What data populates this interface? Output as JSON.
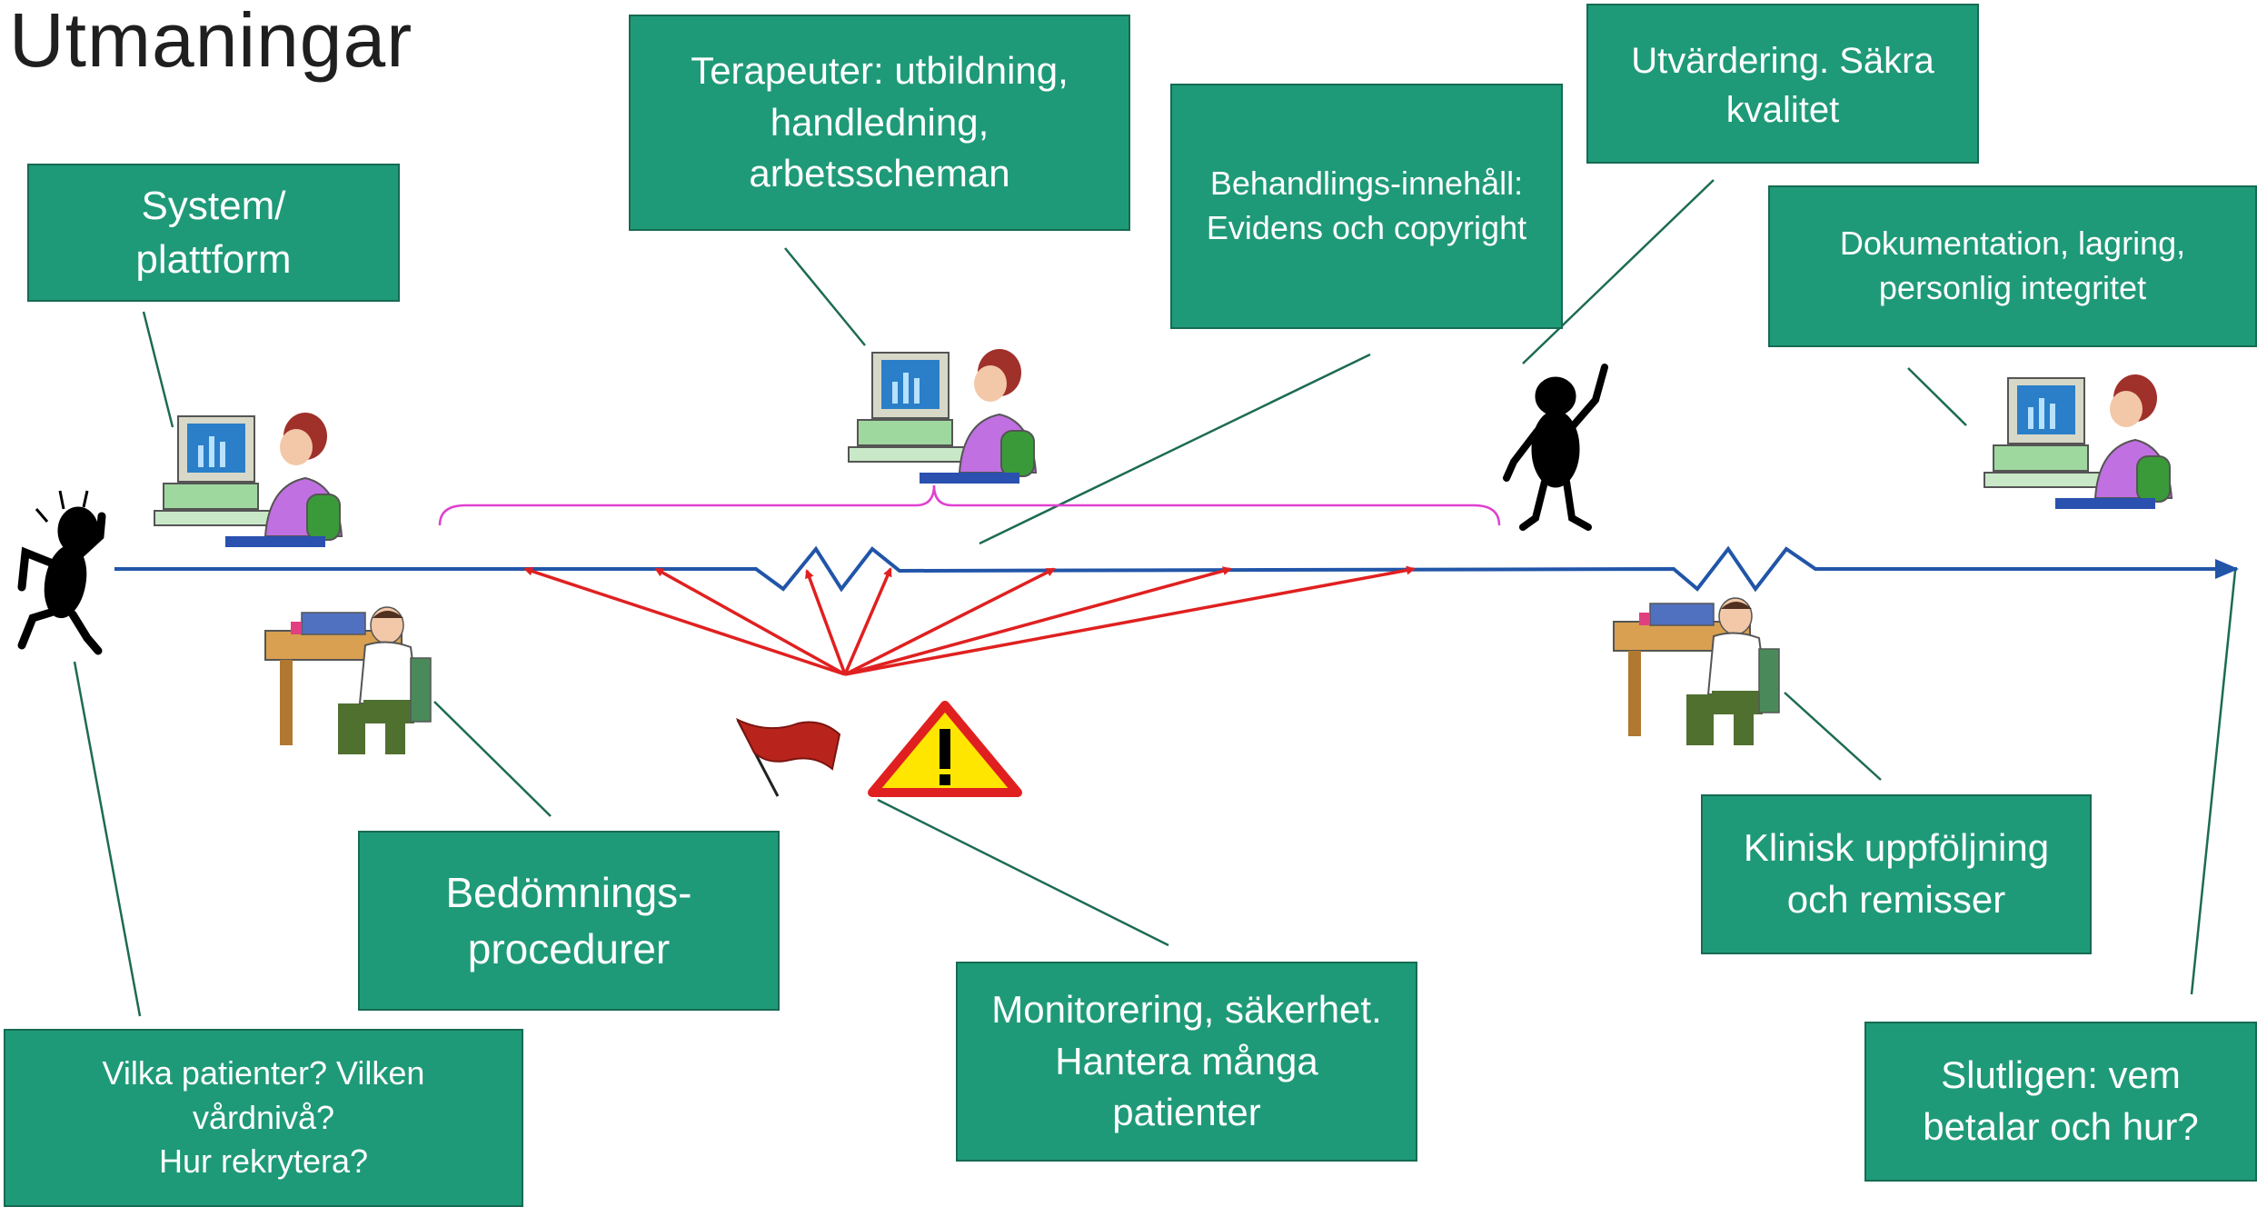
{
  "title": "Utmaningar",
  "colors": {
    "box_fill": "#1f9a78",
    "timeline": "#2155a8",
    "arrows": "#e02020",
    "brace": "#e040d0",
    "connector": "#1d6b54"
  },
  "boxes": {
    "system": "System/\nplattform",
    "terapeuter": "Terapeuter: utbildning,\nhandledning,\narbetsscheman",
    "behandling": "Behandlings-innehåll:\nEvidens och  copyright",
    "utvardering": "Utvärdering. Säkra\nkvalitet",
    "dokumentation": "Dokumentation, lagring,\npersonlig integritet",
    "bedomning": "Bedömnings-\nprocedurer",
    "monitorering": "Monitorering, säkerhet.\nHantera många\npatienter",
    "klinisk": "Klinisk uppföljning\noch remisser",
    "vilka": "Vilka patienter?  Vilken\nvårdnivå?\nHur rekrytera?",
    "slutligen": "Slutligen: vem\nbetalar och hur?"
  },
  "icons": [
    "stressed-figure-icon",
    "computer-worker-icon",
    "doctor-at-desk-icon",
    "waving-figure-icon",
    "red-flag-icon",
    "warning-sign-icon"
  ]
}
